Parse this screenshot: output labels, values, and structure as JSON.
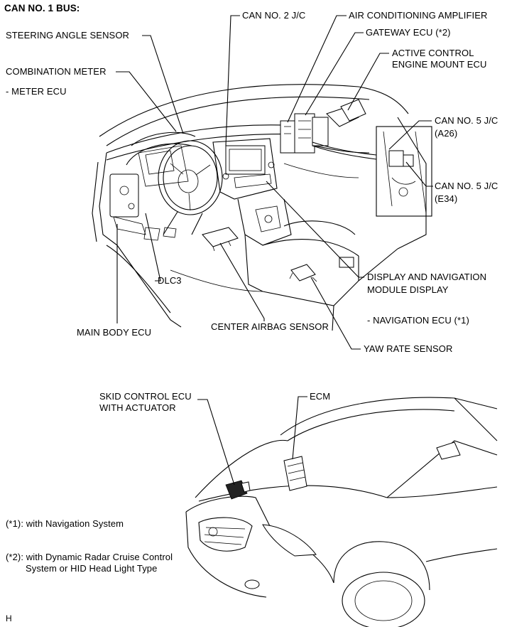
{
  "title": "CAN NO. 1 BUS:",
  "labels": {
    "can_no2_jc": "CAN NO. 2 J/C",
    "ac_amplifier": "AIR CONDITIONING AMPLIFIER",
    "gateway_ecu": "GATEWAY ECU (*2)",
    "active_mount_1": "ACTIVE CONTROL",
    "active_mount_2": "ENGINE MOUNT ECU",
    "steering_angle": "STEERING ANGLE SENSOR",
    "combination_meter": "COMBINATION METER",
    "meter_ecu": "- METER ECU",
    "can_no5_a26_1": "CAN NO. 5 J/C",
    "can_no5_a26_2": "(A26)",
    "can_no5_e34_1": "CAN NO. 5 J/C",
    "can_no5_e34_2": "(E34)",
    "dlc3": "DLC3",
    "display_nav_1": "DISPLAY AND NAVIGATION",
    "display_nav_2": "MODULE DISPLAY",
    "navigation_ecu": "- NAVIGATION ECU (*1)",
    "main_body_ecu": "MAIN BODY ECU",
    "center_airbag": "CENTER AIRBAG SENSOR",
    "yaw_rate": "YAW RATE SENSOR",
    "skid_control_1": "SKID CONTROL ECU",
    "skid_control_2": "WITH ACTUATOR",
    "ecm": "ECM"
  },
  "notes": {
    "note1": "(*1): with Navigation System",
    "note2_1": "(*2): with Dynamic Radar Cruise Control",
    "note2_2": "System or HID Head Light Type"
  },
  "footer_code": "H"
}
